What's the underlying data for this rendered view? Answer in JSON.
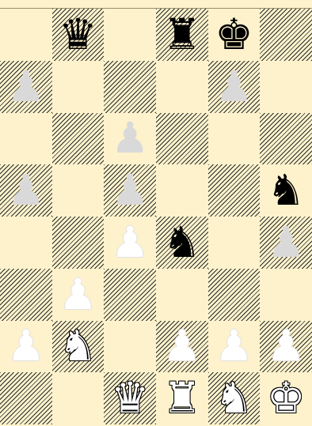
{
  "board": {
    "files": 6,
    "ranks": 8,
    "light_color": "#fdf2cc",
    "dark_pattern": "diagonal-hatch",
    "pieces": [
      {
        "sq": "b8",
        "glyph": "♛",
        "color": "black",
        "name": "black-queen"
      },
      {
        "sq": "d8",
        "glyph": "♜",
        "color": "black",
        "name": "black-rook"
      },
      {
        "sq": "e8",
        "glyph": "♚",
        "color": "black",
        "name": "black-king"
      },
      {
        "sq": "a7",
        "glyph": "♟",
        "color": "faint",
        "name": "faint-pawn"
      },
      {
        "sq": "e7",
        "glyph": "♟",
        "color": "faint",
        "name": "faint-pawn"
      },
      {
        "sq": "c6",
        "glyph": "♟",
        "color": "faint",
        "name": "faint-pawn"
      },
      {
        "sq": "a5",
        "glyph": "♟",
        "color": "faint",
        "name": "faint-pawn"
      },
      {
        "sq": "c5",
        "glyph": "♟",
        "color": "faint",
        "name": "faint-pawn"
      },
      {
        "sq": "f5",
        "glyph": "♞",
        "color": "black",
        "name": "black-knight"
      },
      {
        "sq": "c4",
        "glyph": "♟",
        "color": "outline",
        "name": "outline-pawn"
      },
      {
        "sq": "d4",
        "glyph": "♞",
        "color": "black",
        "name": "black-knight"
      },
      {
        "sq": "f4",
        "glyph": "♟",
        "color": "faint",
        "name": "faint-pawn"
      },
      {
        "sq": "b3",
        "glyph": "♟",
        "color": "outline",
        "name": "outline-pawn"
      },
      {
        "sq": "a2",
        "glyph": "♟",
        "color": "outline",
        "name": "outline-pawn"
      },
      {
        "sq": "b2",
        "glyph": "♞",
        "color": "white",
        "name": "white-knight"
      },
      {
        "sq": "d2",
        "glyph": "♟",
        "color": "outline",
        "name": "outline-pawn"
      },
      {
        "sq": "e2",
        "glyph": "♟",
        "color": "outline",
        "name": "outline-pawn"
      },
      {
        "sq": "f2",
        "glyph": "♟",
        "color": "outline",
        "name": "outline-pawn"
      },
      {
        "sq": "c1",
        "glyph": "♛",
        "color": "white",
        "name": "white-queen"
      },
      {
        "sq": "d1",
        "glyph": "♜",
        "color": "white",
        "name": "white-rook"
      },
      {
        "sq": "e1",
        "glyph": "♞",
        "color": "white",
        "name": "white-knight"
      },
      {
        "sq": "f1",
        "glyph": "♚",
        "color": "white",
        "name": "white-king"
      }
    ]
  }
}
